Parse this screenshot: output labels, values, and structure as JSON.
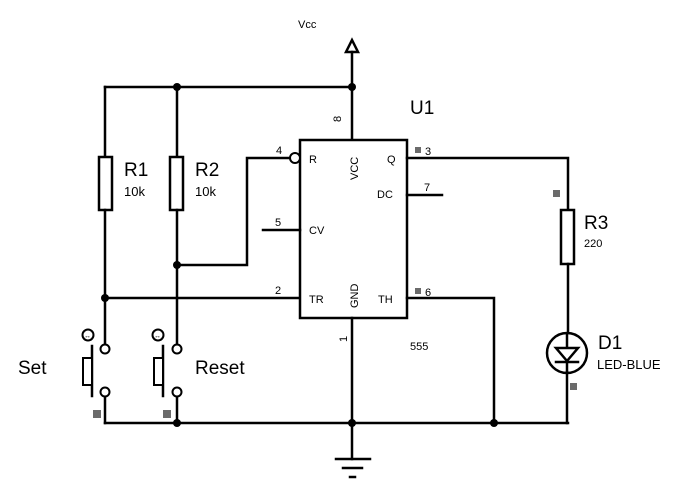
{
  "power": {
    "label": "Vcc"
  },
  "ic": {
    "ref": "U1",
    "part": "555",
    "pins": {
      "reset": {
        "number": "4",
        "name": "R"
      },
      "cv": {
        "number": "5",
        "name": "CV"
      },
      "trigger": {
        "number": "2",
        "name": "TR"
      },
      "vcc": {
        "number": "8",
        "name": "VCC"
      },
      "gnd": {
        "number": "1",
        "name": "GND"
      },
      "q": {
        "number": "3",
        "name": "Q"
      },
      "dc": {
        "number": "7",
        "name": "DC"
      },
      "th": {
        "number": "6",
        "name": "TH"
      }
    }
  },
  "components": {
    "r1": {
      "ref": "R1",
      "value": "10k"
    },
    "r2": {
      "ref": "R2",
      "value": "10k"
    },
    "r3": {
      "ref": "R3",
      "value": "220"
    },
    "d1": {
      "ref": "D1",
      "value": "LED-BLUE"
    }
  },
  "switches": {
    "set": {
      "label": "Set"
    },
    "reset": {
      "label": "Reset"
    }
  }
}
